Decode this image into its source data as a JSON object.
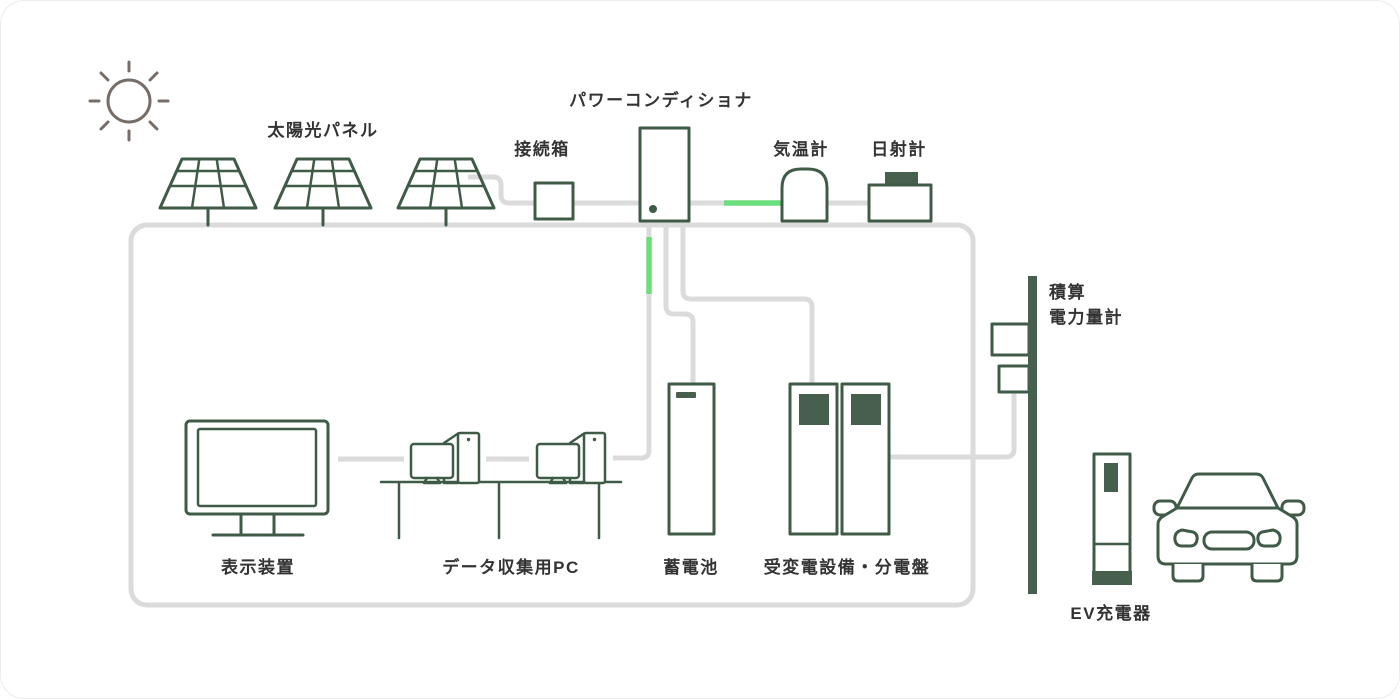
{
  "diagram": {
    "labels": {
      "solar_panel": "太陽光パネル",
      "junction_box": "接続箱",
      "power_conditioner": "パワーコンディショナ",
      "thermometer": "気温計",
      "pyranometer": "日射計",
      "watt_hour_meter_line1": "積算",
      "watt_hour_meter_line2": "電力量計",
      "display_device": "表示装置",
      "data_collection_pc": "データ収集用PC",
      "storage_battery": "蓄電池",
      "switchgear": "受変電設備・分電盤",
      "ev_charger": "EV充電器"
    },
    "icons": {
      "sun": "sun-icon",
      "solar_panels": "solar-panel-icon x3",
      "junction_box": "junction-box-icon",
      "power_conditioner": "power-conditioner-icon",
      "thermometer": "thermometer-icon",
      "pyranometer": "pyranometer-icon",
      "display": "monitor-icon",
      "pc": "desktop-pc-icon x2",
      "battery": "battery-cabinet-icon",
      "switchgear": "switchgear-cabinet-icon x2",
      "watt_hour_meter": "watt-hour-meter-icon",
      "ev_charger": "ev-charger-icon",
      "car": "car-front-icon"
    },
    "colors": {
      "outline_green": "#3F5B47",
      "fill_green": "#46604D",
      "accent_green": "#6BDE7E",
      "wire_gray": "#DBDBDB",
      "sun_gray": "#776D68",
      "text": "#333333",
      "background": "#FFFFFF"
    }
  }
}
